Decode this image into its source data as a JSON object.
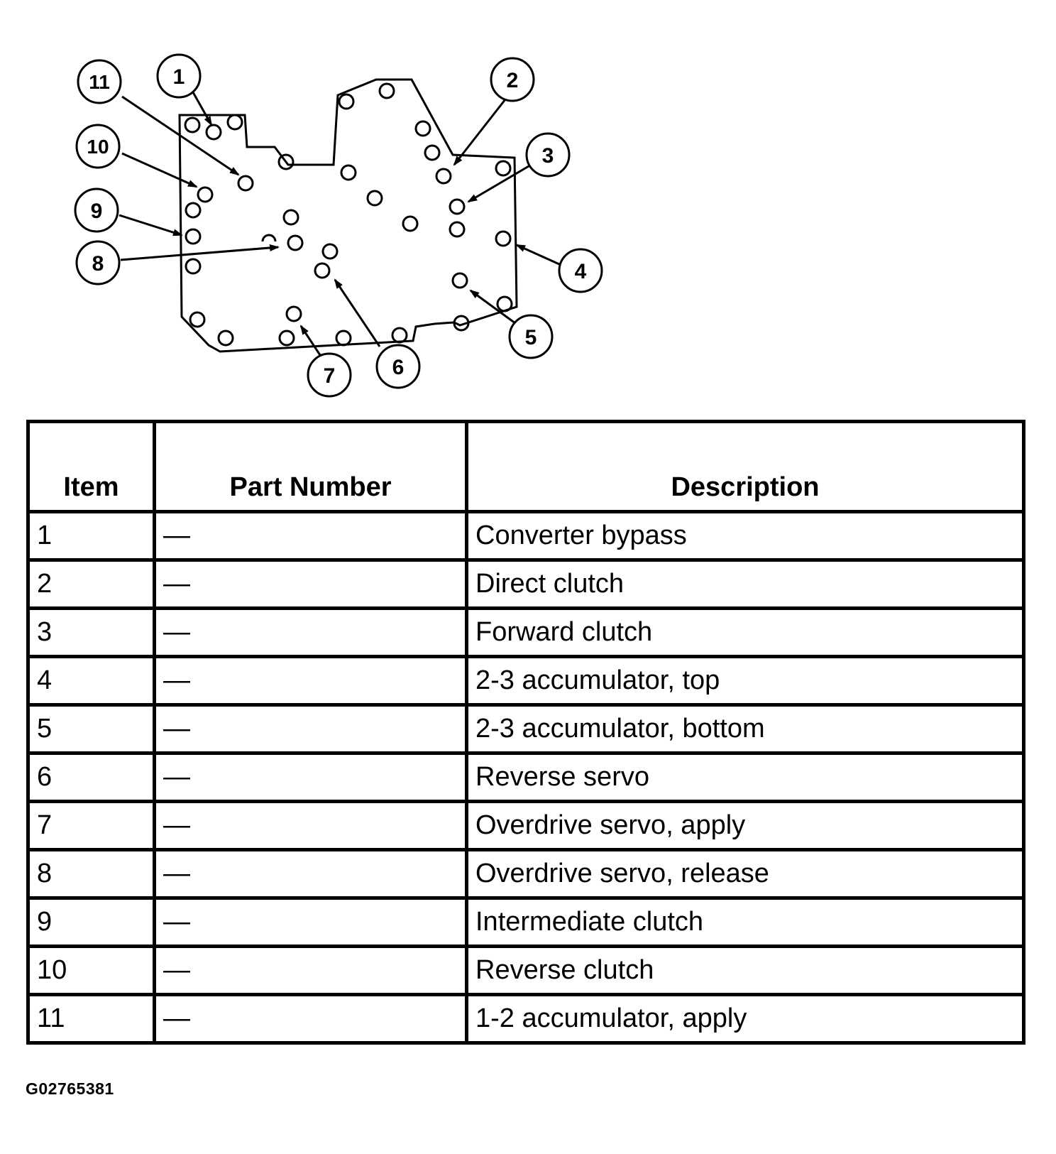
{
  "diagram": {
    "callouts": [
      "1",
      "2",
      "3",
      "4",
      "5",
      "6",
      "7",
      "8",
      "9",
      "10",
      "11"
    ]
  },
  "table": {
    "headers": {
      "item": "Item",
      "part_number": "Part Number",
      "description": "Description"
    },
    "rows": [
      {
        "item": "1",
        "part_number": "—",
        "description": "Converter bypass"
      },
      {
        "item": "2",
        "part_number": "—",
        "description": "Direct clutch"
      },
      {
        "item": "3",
        "part_number": "—",
        "description": "Forward clutch"
      },
      {
        "item": "4",
        "part_number": "—",
        "description": "2-3 accumulator, top"
      },
      {
        "item": "5",
        "part_number": "—",
        "description": "2-3 accumulator, bottom"
      },
      {
        "item": "6",
        "part_number": "—",
        "description": "Reverse servo"
      },
      {
        "item": "7",
        "part_number": "—",
        "description": "Overdrive servo, apply"
      },
      {
        "item": "8",
        "part_number": "—",
        "description": "Overdrive servo, release"
      },
      {
        "item": "9",
        "part_number": "—",
        "description": "Intermediate clutch"
      },
      {
        "item": "10",
        "part_number": "—",
        "description": "Reverse clutch"
      },
      {
        "item": "11",
        "part_number": "—",
        "description": "1-2 accumulator, apply"
      }
    ]
  },
  "figure_code": "G02765381"
}
